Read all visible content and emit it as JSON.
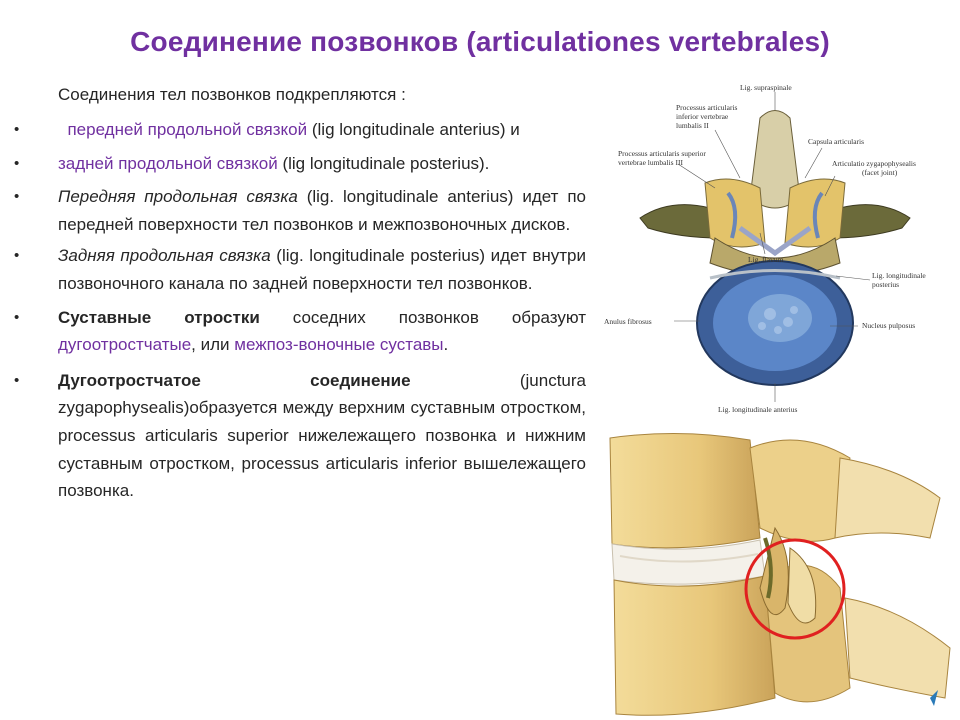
{
  "title": "Соединение позвонков (articulationes vertebrales)",
  "intro": "Соединения тел позвонков подкрепляются :",
  "bullets": {
    "b1": {
      "purple": "передней продольной связкой",
      "rest": " (lig longitudinale anterius) и"
    },
    "b2": {
      "purple": "задней продольной связкой",
      "rest": " (lig longitudinale posterius)."
    },
    "b3": {
      "italic": "Передняя продольная связка",
      "rest": " (lig. longitudinale anterius) идет по передней поверхности тел позвонков и межпозвоночных дисков."
    },
    "b4": {
      "italic": "Задняя продольная связка",
      "rest": " (lig. longitudinale posterius) идет внутри позвоночного канала по задней поверхности тел позвонков."
    },
    "b5": {
      "bold": "Суставные отростки",
      "mid": " соседних позвонков образуют ",
      "purple1": "дугоотростчатые",
      "comma": ", или ",
      "purple2": "межпоз-воночные суставы",
      "end": "."
    },
    "b6": {
      "bold": "Дугоотростчатое соединение",
      "rest": " (junctura zygapophysealis)образуется между верхним суставным отростком, processus articularis superior нижележащего позвонка и нижним суставным отростком, processus articularis inferior вышележащего позвонка."
    }
  },
  "figure_labels": {
    "supraspinale": "Lig. supraspinale",
    "proc_inf_1": "Processus articularis",
    "proc_inf_2": "inferior vertebrae",
    "proc_inf_3": "lumbalis II",
    "capsula": "Capsula articularis",
    "proc_sup_1": "Processus articularis superior",
    "proc_sup_2": "vertebrae lumbalis III",
    "zyg_1": "Articulatio zygapophysealis",
    "zyg_2": "(facet joint)",
    "flavum": "Lig. flavum",
    "long_post_1": "Lig. longitudinale",
    "long_post_2": "posterius",
    "anulus": "Anulus fibrosus",
    "nucleus": "Nucleus pulposus",
    "long_ant": "Lig. longitudinale anterius"
  },
  "colors": {
    "title": "#7030a0",
    "accent_purple": "#7030a0",
    "disc_blue": "#4a78b8",
    "bone": "#e9d29a",
    "highlight_circle": "#e02020"
  }
}
